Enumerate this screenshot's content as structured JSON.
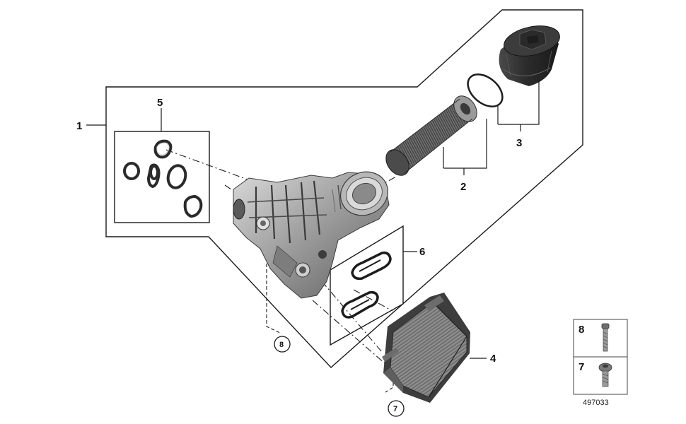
{
  "callouts": {
    "c1": "1",
    "c2": "2",
    "c3": "3",
    "c4": "4",
    "c5": "5",
    "c6": "6",
    "c7": "7",
    "c8": "8"
  },
  "reference_circles": {
    "r7": "7",
    "r8": "8"
  },
  "legend": {
    "row1_number": "8",
    "row2_number": "7"
  },
  "catalog_number": "497033"
}
